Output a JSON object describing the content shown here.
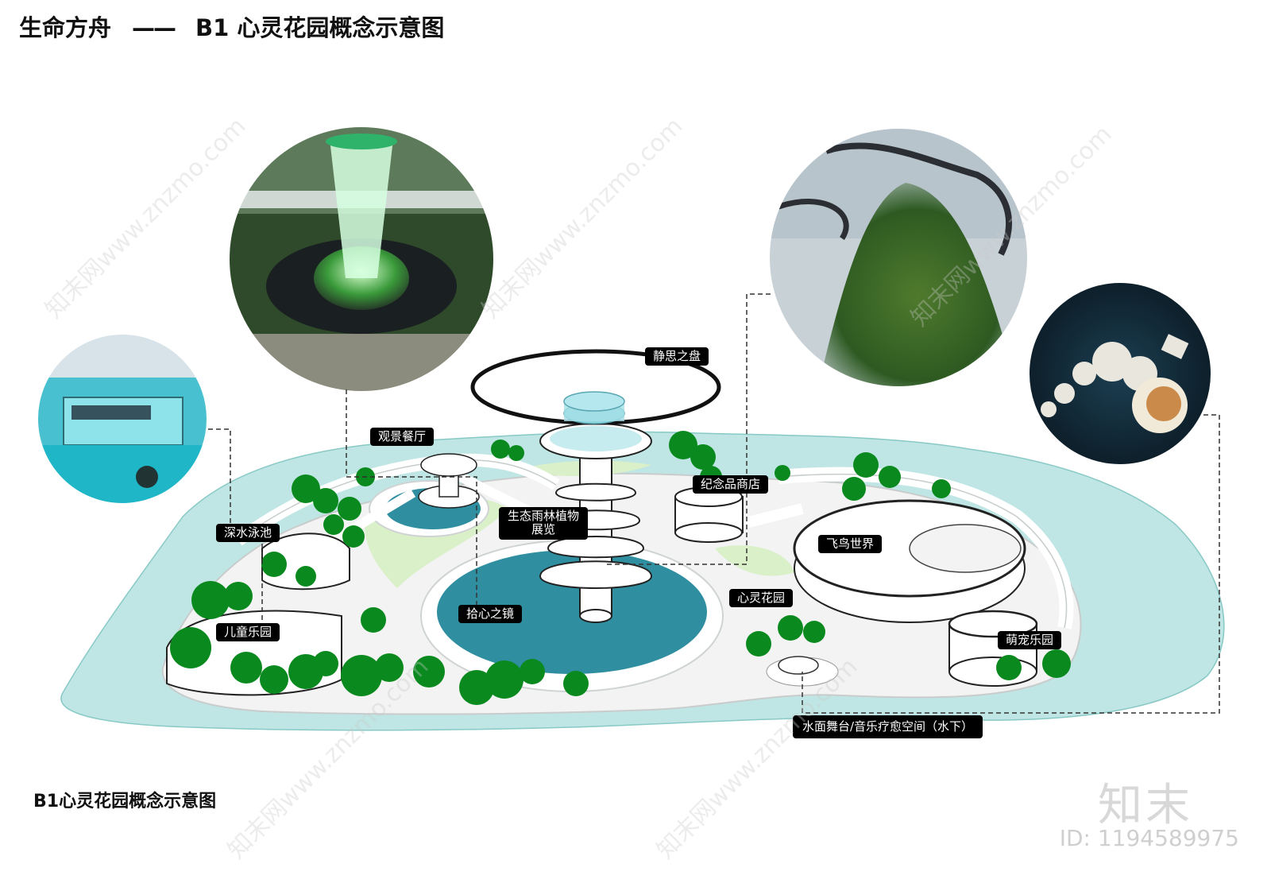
{
  "header": {
    "project": "生命方舟",
    "dash": "——",
    "title": "B1 心灵花园概念示意图"
  },
  "caption": "B1心灵花园概念示意图",
  "labels": {
    "meditation_disc": "静思之盘",
    "view_restaurant": "观景餐厅",
    "souvenir_shop": "纪念品商店",
    "rainforest_expo": "生态雨林植物展览",
    "deep_pool": "深水泳池",
    "bird_world": "飞鸟世界",
    "soul_garden": "心灵花园",
    "mirror": "拾心之镜",
    "kids_park": "儿童乐园",
    "pet_park": "萌宠乐园",
    "water_stage": "水面舞台/音乐疗愈空间（水下）"
  },
  "watermark": {
    "logo": "知末",
    "id": "ID: 1194589975",
    "site": "知末网www.znzmo.com"
  },
  "colors": {
    "water_outer": "#bfe6e4",
    "pool_deep": "#2f8fa0",
    "tree": "#0a8a1e",
    "label_bg": "#000000"
  }
}
